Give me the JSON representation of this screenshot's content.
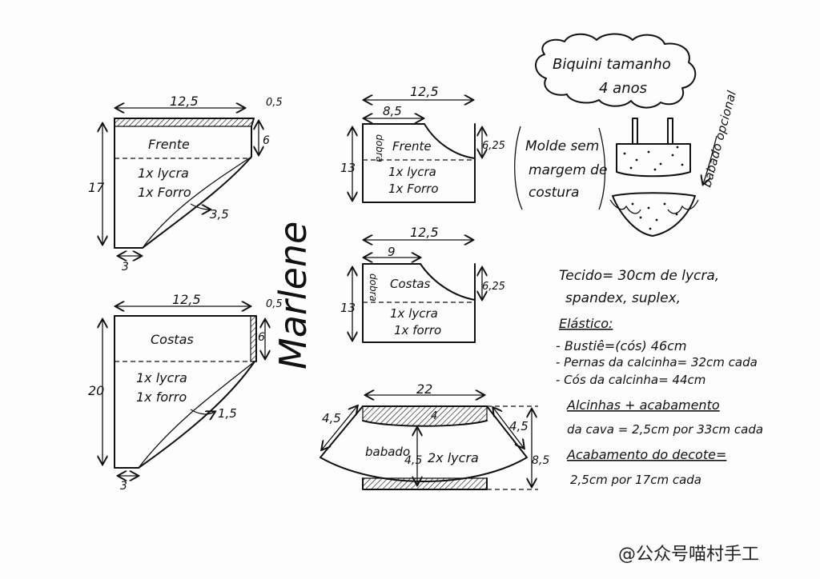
{
  "pattern": {
    "frente_main": {
      "label": "Frente",
      "line1": "1x lycra",
      "line2": "1x Forro",
      "width": "12,5",
      "height": "17",
      "top_drop": "0,5",
      "side_drop": "6",
      "curve": "3,5",
      "bottom": "3"
    },
    "costas_main": {
      "label": "Costas",
      "line1": "1x lycra",
      "line2": "1x forro",
      "width": "12,5",
      "height": "20",
      "top_drop": "0,5",
      "side_drop": "6",
      "curve": "1,5",
      "bottom": "3"
    },
    "frente_top": {
      "label": "Frente",
      "line1": "1x lycra",
      "line2": "1x Forro",
      "width": "12,5",
      "inner": "8,5",
      "height": "13",
      "curve": "6,25",
      "fold": "dobra"
    },
    "costas_top": {
      "label": "Costas",
      "line1": "1x lycra",
      "line2": "1x forro",
      "width": "12,5",
      "inner": "9",
      "height": "13",
      "curve": "6,25",
      "fold": "dobra"
    },
    "babado": {
      "label": "babado",
      "line1": "2x lycra",
      "width": "22",
      "left_edge": "4,5",
      "right_edge": "4,5",
      "inner": "4",
      "height_inner": "4,5",
      "height_right": "8,5"
    }
  },
  "title": {
    "line1": "Biquini tamanho",
    "line2": "4 anos"
  },
  "note": {
    "line1": "Molde sem",
    "line2": "margem de",
    "line3": "costura"
  },
  "babado_note": "babado opcional",
  "signature": "Marlene",
  "materials": [
    "Tecido= 30cm de lycra,",
    "spandex, suplex,",
    "Elástico:",
    "- Bustiê=(cós) 46cm",
    "- Pernas da calcinha= 32cm cada",
    "- Cós da calcinha= 44cm",
    "Alcinhas + acabamento",
    "da cava = 2,5cm por 33cm cada",
    "Acabamento do decote=",
    "2,5cm por 17cm cada"
  ],
  "watermark": "@公众号喵村手工"
}
